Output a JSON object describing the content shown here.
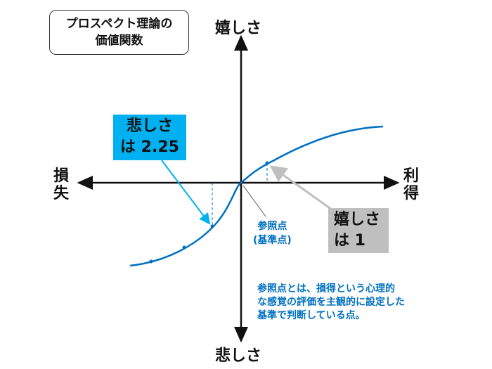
{
  "title": {
    "line1": "プロスペクト理論の",
    "line2": "価値関数"
  },
  "axes": {
    "top": "嬉しさ",
    "bottom": "悲しさ",
    "left_line1": "損",
    "left_line2": "失",
    "right_line1": "利",
    "right_line2": "得"
  },
  "loss_box": {
    "line1": "悲しさ",
    "line2": "は 2.25",
    "color": "#00b0f0"
  },
  "gain_box": {
    "line1": "嬉しさ",
    "line2": "は 1",
    "color": "#bfbfbf"
  },
  "reference_point": {
    "line1": "参照点",
    "line2": "(基準点)"
  },
  "note": {
    "line1": "参照点とは、損得という心理的",
    "line2": "な感覚の評価を主観的に設定した",
    "line3": "基準で判断している点。"
  },
  "curve_color": "#0070c0"
}
